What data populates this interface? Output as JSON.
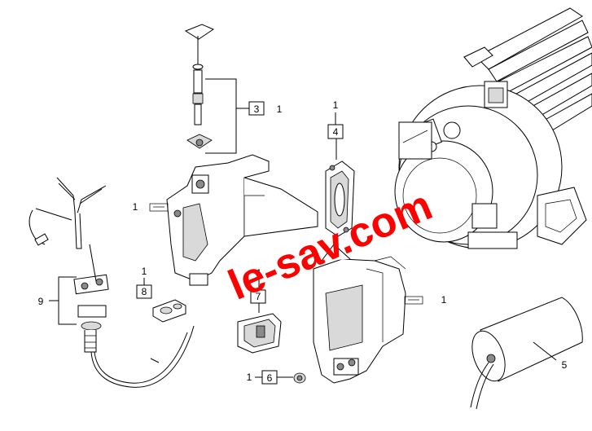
{
  "watermark": {
    "text": "le-sav.com",
    "color": "#ff0000"
  },
  "callouts": {
    "c3": {
      "box": "3",
      "qty": "1"
    },
    "c4": {
      "box": "4",
      "qty": "1"
    },
    "c1a": {
      "qty": "1"
    },
    "c8": {
      "box": "8",
      "qty": "1"
    },
    "c7": {
      "box": "7",
      "qty": "1"
    },
    "c1b": {
      "qty": "1"
    },
    "c6": {
      "box": "6",
      "qty": "1"
    },
    "c9": {
      "label": "9"
    },
    "c5": {
      "label": "5"
    }
  }
}
